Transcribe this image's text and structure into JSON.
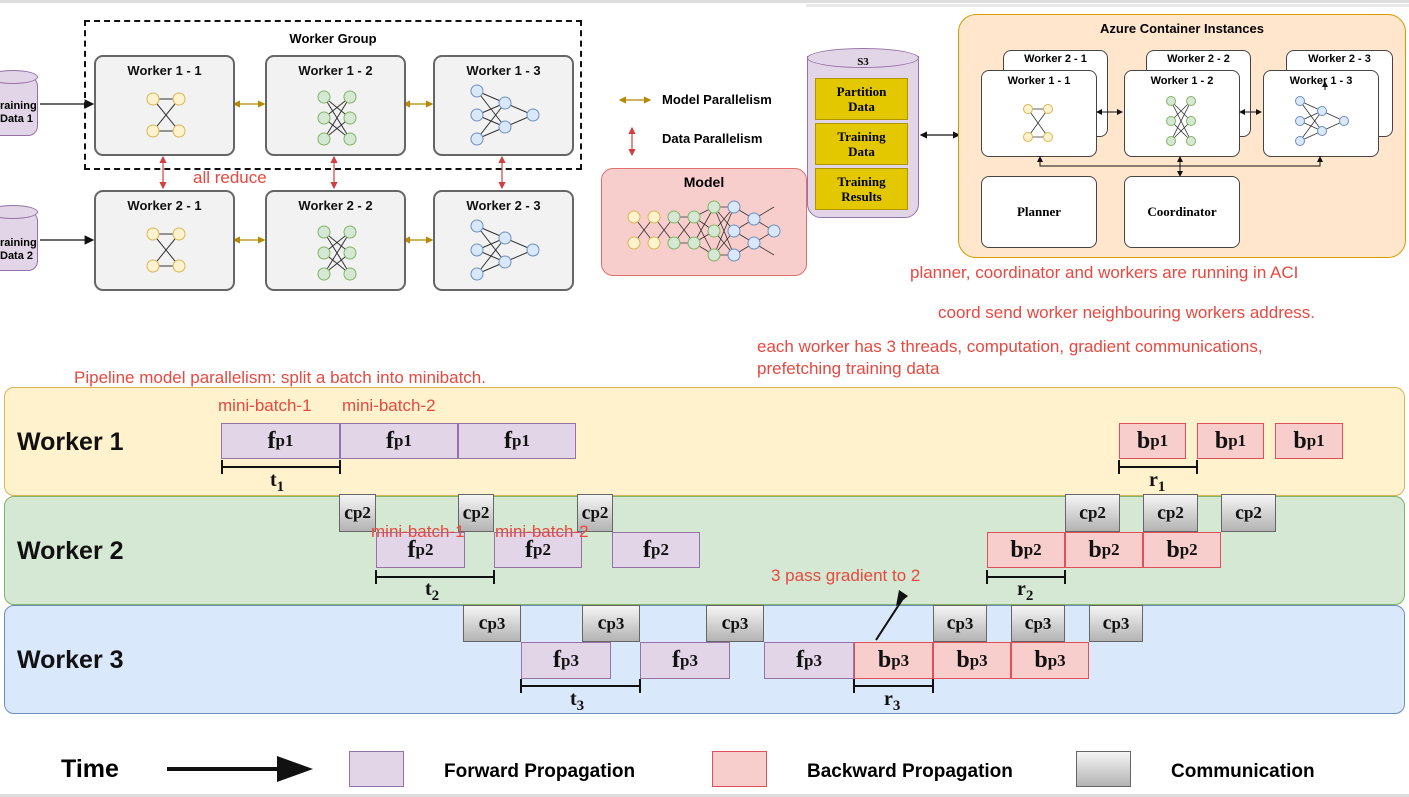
{
  "top_left": {
    "worker_group_title": "Worker Group",
    "training_data": [
      "raining\nData 1",
      "raining\nData 2"
    ],
    "row1": [
      "Worker 1 - 1",
      "Worker 1 - 2",
      "Worker 1 - 3"
    ],
    "row2": [
      "Worker 2 - 1",
      "Worker 2 - 2",
      "Worker 2 - 3"
    ],
    "all_reduce": "all reduce"
  },
  "legend_top": {
    "model_parallelism": "Model Parallelism",
    "data_parallelism": "Data Parallelism",
    "model_title": "Model"
  },
  "s3": {
    "title": "S3",
    "items": [
      "Partition\nData",
      "Training\nData",
      "Training\nResults"
    ]
  },
  "aci": {
    "title": "Azure Container Instances",
    "back_workers": [
      "Worker 2 - 1",
      "Worker 2 - 2",
      "Worker 2 - 3"
    ],
    "front_workers": [
      "Worker 1 - 1",
      "Worker 1 - 2",
      "Worker 1 - 3"
    ],
    "planner": "Planner",
    "coordinator": "Coordinator"
  },
  "notes": {
    "aci_running": "planner, coordinator and workers are running in ACI",
    "coord_send": "coord send worker neighbouring workers address.",
    "threads": "each worker has 3 threads, computation, gradient communications,\nprefetching training data",
    "pipeline": "Pipeline model parallelism: split a batch into minibatch.",
    "mb1": "mini-batch-1",
    "mb2": "mini-batch-2",
    "pass_gradient": "3 pass gradient to 2"
  },
  "timeline": {
    "workers": [
      "Worker 1",
      "Worker 2",
      "Worker 3"
    ],
    "f": [
      "f",
      "p1",
      "p2",
      "p3"
    ],
    "b": "b",
    "c": "c",
    "t": "t",
    "r": "r",
    "idx": [
      "1",
      "2",
      "3"
    ]
  },
  "legend": {
    "time": "Time",
    "forward": "Forward Propagation",
    "backward": "Backward Propagation",
    "communication": "Communication"
  },
  "colors": {
    "forward_fill": "#e1d5e7",
    "backward_fill": "#f8cecc",
    "comm_fill": "#cccccc",
    "lane1": "#fff2cc",
    "lane2": "#d5e8d4",
    "lane3": "#dae8fc",
    "note": "#e8483f"
  }
}
